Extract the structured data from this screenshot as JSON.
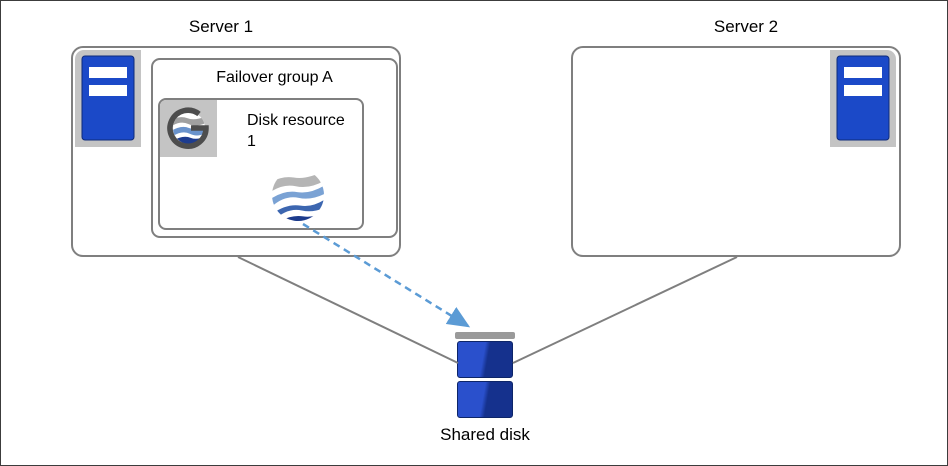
{
  "nodes": {
    "server1": {
      "label": "Server 1"
    },
    "server2": {
      "label": "Server 2"
    },
    "failover_group": {
      "label": "Failover group A"
    },
    "disk_resource": {
      "label": "Disk resource 1"
    },
    "shared_disk": {
      "label": "Shared disk"
    }
  },
  "icons": {
    "server1_icon": "server-tower-icon",
    "server2_icon": "server-tower-icon",
    "failover_group_icon": "cluster-g-logo-icon",
    "disk_resource_icon": "striped-sphere-icon",
    "shared_disk_icon": "shared-disk-stack-icon"
  },
  "connections": {
    "server1_to_disk": "solid-gray-line",
    "server2_to_disk": "solid-gray-line",
    "resource_to_disk": "dashed-blue-arrow"
  },
  "colors": {
    "server_blue": "#1b49c8",
    "border_gray": "#7f7f7f",
    "panel_gray": "#c4c4c4",
    "arrow_blue": "#5b9bd5",
    "disk_blue_light": "#2a50cc",
    "disk_blue_dark": "#15318d",
    "disk_cap_gray": "#9a9a9a",
    "text_black": "#000000"
  }
}
